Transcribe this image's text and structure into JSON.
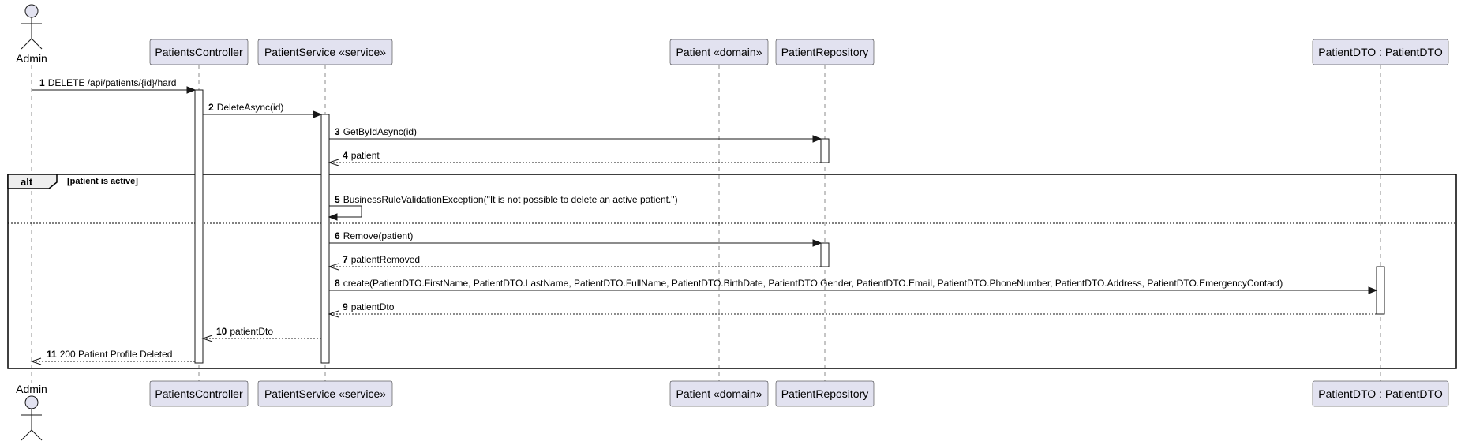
{
  "actor": {
    "name": "Admin"
  },
  "participants": [
    "PatientsController",
    "PatientService «service»",
    "Patient «domain»",
    "PatientRepository",
    "PatientDTO : PatientDTO"
  ],
  "messages": [
    {
      "num": "1",
      "text": "DELETE /api/patients/{id}/hard"
    },
    {
      "num": "2",
      "text": "DeleteAsync(id)"
    },
    {
      "num": "3",
      "text": "GetByIdAsync(id)"
    },
    {
      "num": "4",
      "text": "patient"
    },
    {
      "num": "5",
      "text": "BusinessRuleValidationException(\"It is not possible to delete an active patient.\")"
    },
    {
      "num": "6",
      "text": "Remove(patient)"
    },
    {
      "num": "7",
      "text": "patientRemoved"
    },
    {
      "num": "8",
      "text": "create(PatientDTO.FirstName, PatientDTO.LastName, PatientDTO.FullName, PatientDTO.BirthDate, PatientDTO.Gender, PatientDTO.Email, PatientDTO.PhoneNumber, PatientDTO.Address, PatientDTO.EmergencyContact)"
    },
    {
      "num": "9",
      "text": "patientDto"
    },
    {
      "num": "10",
      "text": "patientDto"
    },
    {
      "num": "11",
      "text": "200 Patient Profile Deleted"
    }
  ],
  "fragment": {
    "keyword": "alt",
    "guard": "[patient is active]"
  }
}
